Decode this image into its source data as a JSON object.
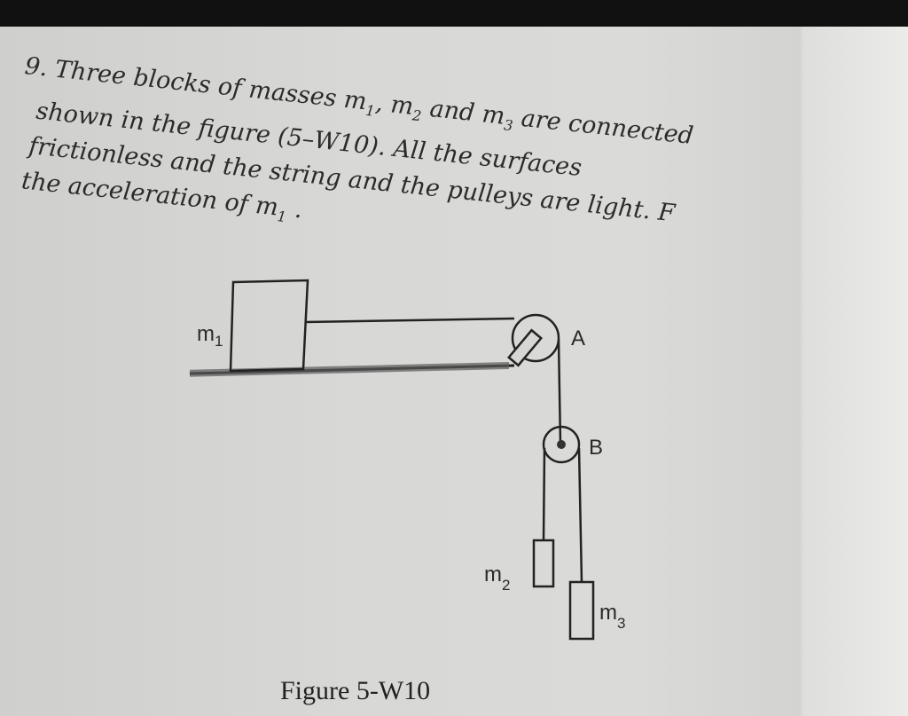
{
  "question": {
    "number": "9.",
    "lines": [
      {
        "parts": [
          "Three blocks of masses ",
          "m",
          "1",
          ", ",
          "m",
          "2",
          " and ",
          "m",
          "3",
          " are connected"
        ]
      },
      {
        "text": "shown in the figure (5–W10). All the surfaces"
      },
      {
        "text": "frictionless and the string and the pulleys are light. F"
      },
      {
        "parts": [
          "the acceleration of ",
          "m",
          "1",
          " ."
        ]
      }
    ]
  },
  "figure": {
    "labels": {
      "m1": "m",
      "m1_sub": "1",
      "m2": "m",
      "m2_sub": "2",
      "m3": "m",
      "m3_sub": "3",
      "pulley_a": "A",
      "pulley_b": "B"
    },
    "caption": "Figure 5-W10"
  }
}
